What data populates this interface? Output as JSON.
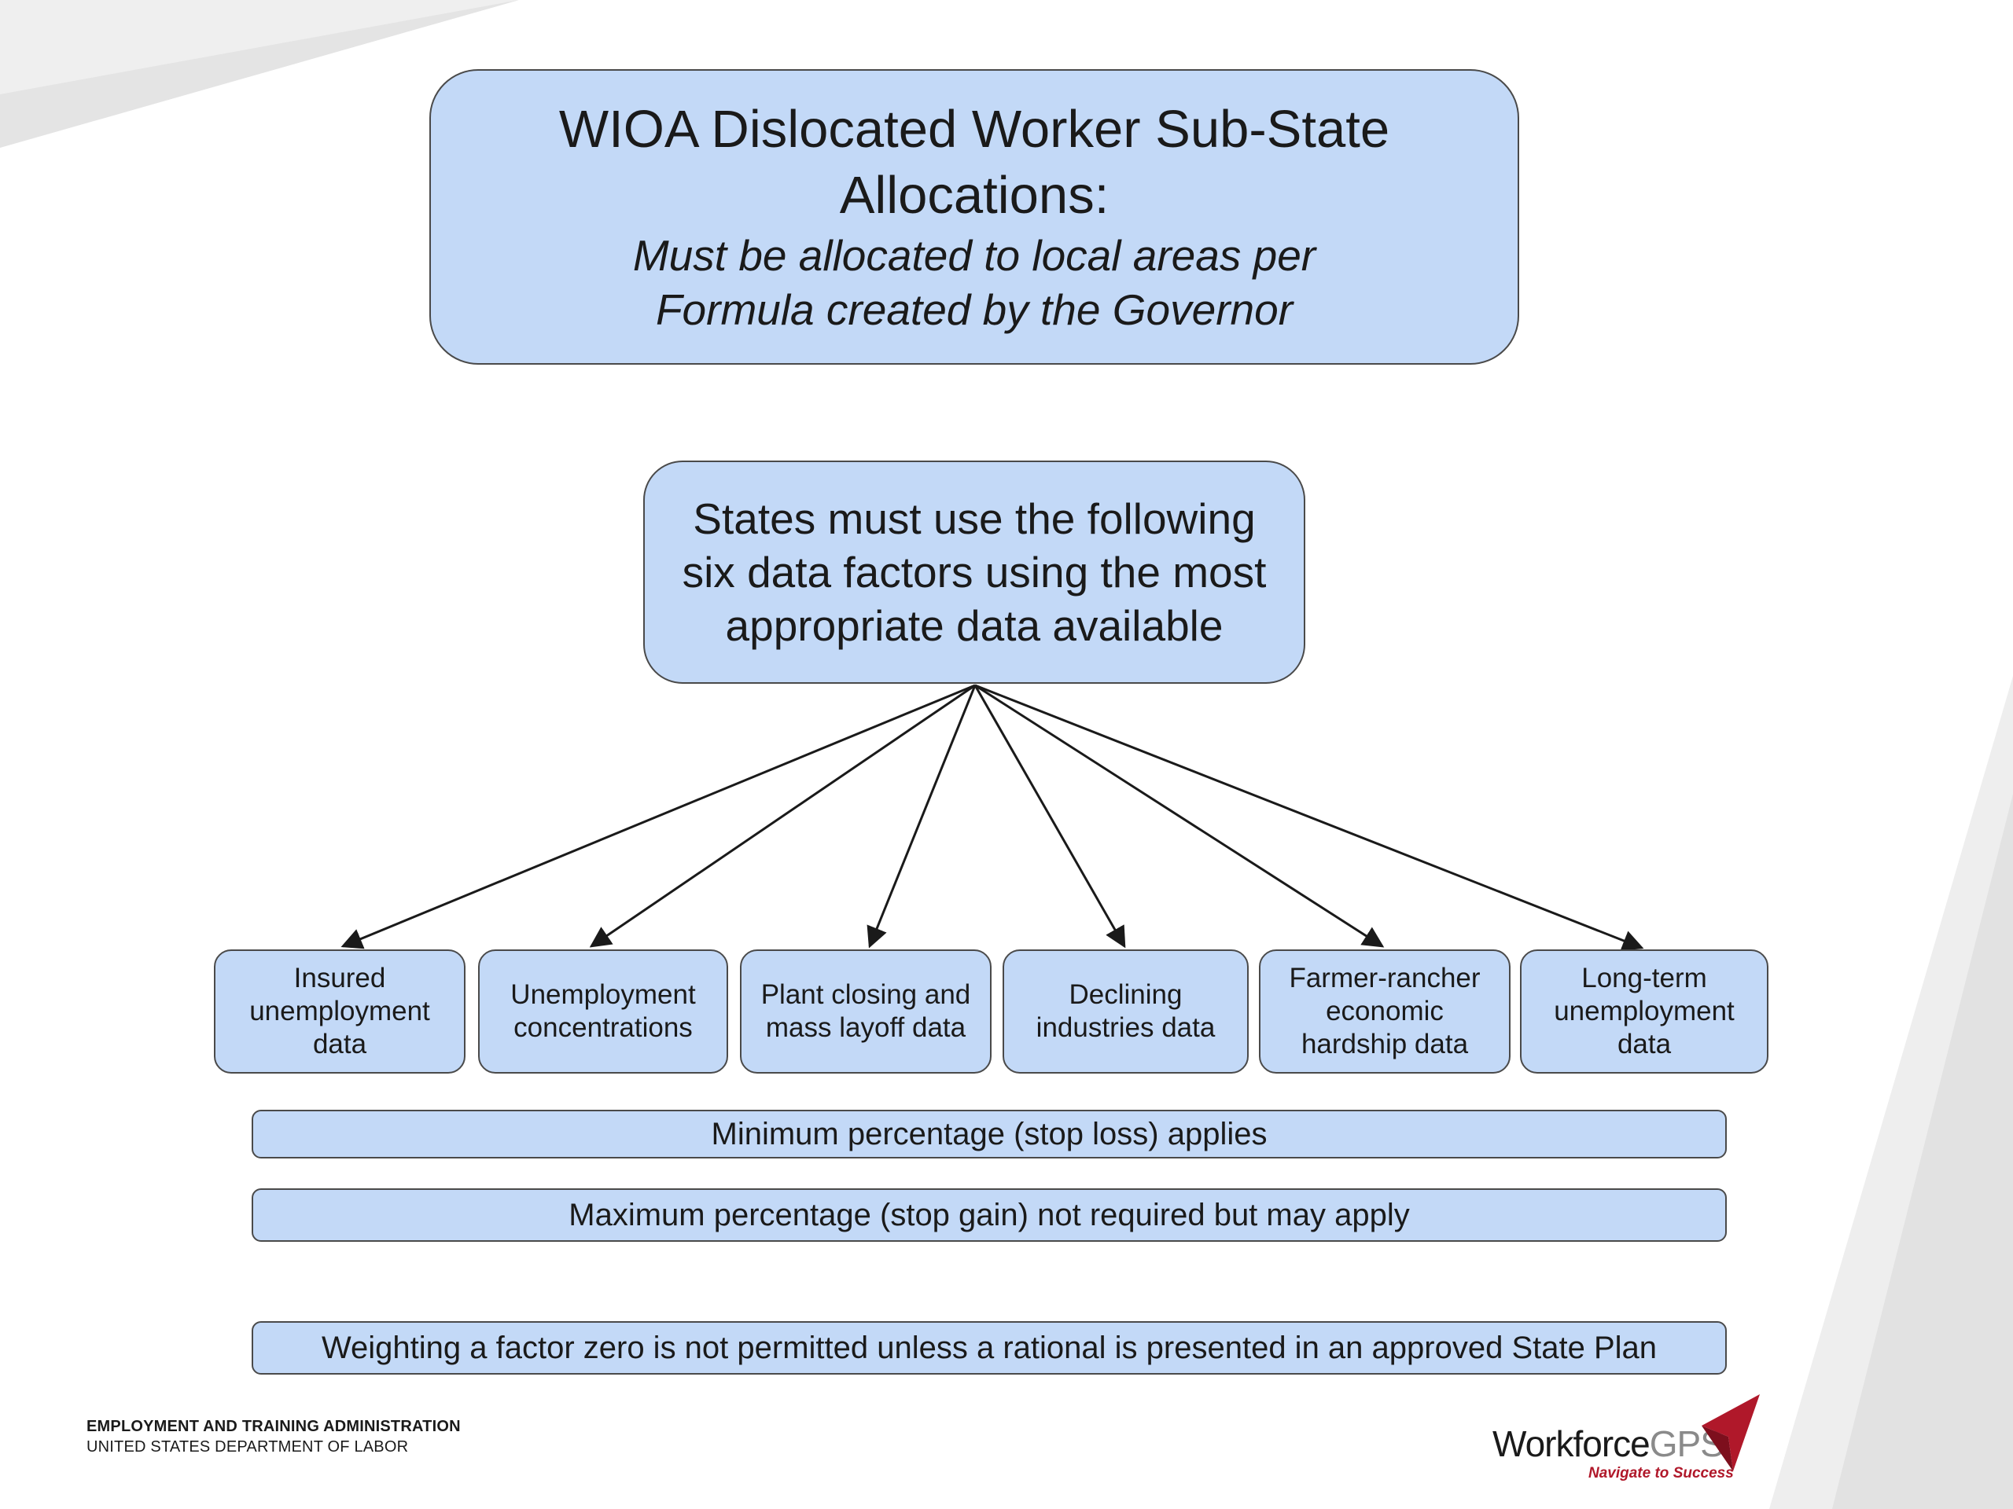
{
  "title": {
    "main": "WIOA Dislocated Worker Sub-State Allocations:",
    "subtitle": "Must be allocated to local areas per Formula created by the Governor"
  },
  "hub": {
    "text": "States must use the following six data factors using the most appropriate data available"
  },
  "factors": [
    "Insured unemployment data",
    "Unemployment concentrations",
    "Plant closing and mass layoff data",
    "Declining industries data",
    "Farmer-rancher economic hardship data",
    "Long-term unemployment data"
  ],
  "rules": [
    "Minimum percentage (stop loss) applies",
    "Maximum percentage (stop gain) not required but may apply",
    "Weighting a factor zero is not permitted unless a rational is presented in an approved State Plan"
  ],
  "footer": {
    "org": "EMPLOYMENT AND TRAINING ADMINISTRATION",
    "dept": "UNITED STATES DEPARTMENT OF LABOR",
    "logo_word": "Workforce",
    "logo_gps": "GPS",
    "logo_tagline": "Navigate to Success"
  },
  "colors": {
    "box_fill": "#c3d9f7",
    "box_border": "#4a4a4a",
    "logo_red": "#b0182a"
  }
}
